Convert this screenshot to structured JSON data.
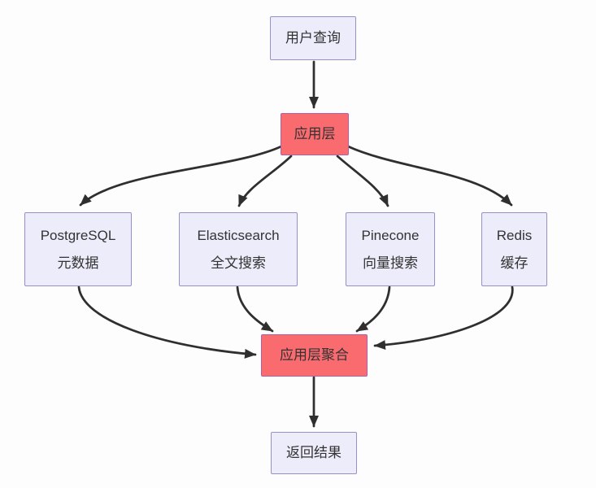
{
  "diagram": {
    "nodes": {
      "user_query": {
        "label": "用户查询",
        "style": "default"
      },
      "app_layer": {
        "label": "应用层",
        "style": "highlight"
      },
      "postgresql": {
        "name": "PostgreSQL",
        "desc": "元数据",
        "style": "default"
      },
      "elasticsearch": {
        "name": "Elasticsearch",
        "desc": "全文搜索",
        "style": "default"
      },
      "pinecone": {
        "name": "Pinecone",
        "desc": "向量搜索",
        "style": "default"
      },
      "redis": {
        "name": "Redis",
        "desc": "缓存",
        "style": "default"
      },
      "aggregation": {
        "label": "应用层聚合",
        "style": "highlight"
      },
      "return_result": {
        "label": "返回结果",
        "style": "default"
      }
    },
    "edges": [
      {
        "from": "用户查询",
        "to": "应用层"
      },
      {
        "from": "应用层",
        "to": "PostgreSQL 元数据"
      },
      {
        "from": "应用层",
        "to": "Elasticsearch 全文搜索"
      },
      {
        "from": "应用层",
        "to": "Pinecone 向量搜索"
      },
      {
        "from": "应用层",
        "to": "Redis 缓存"
      },
      {
        "from": "PostgreSQL 元数据",
        "to": "应用层聚合"
      },
      {
        "from": "Elasticsearch 全文搜索",
        "to": "应用层聚合"
      },
      {
        "from": "Pinecone 向量搜索",
        "to": "应用层聚合"
      },
      {
        "from": "Redis 缓存",
        "to": "应用层聚合"
      },
      {
        "from": "应用层聚合",
        "to": "返回结果"
      }
    ],
    "colors": {
      "node_fill": "#ECECFB",
      "node_border": "#9690C8",
      "highlight_fill": "#FA6B70",
      "highlight_border": "#B05FA8",
      "edge": "#2F2F2F",
      "text": "#333333"
    }
  }
}
